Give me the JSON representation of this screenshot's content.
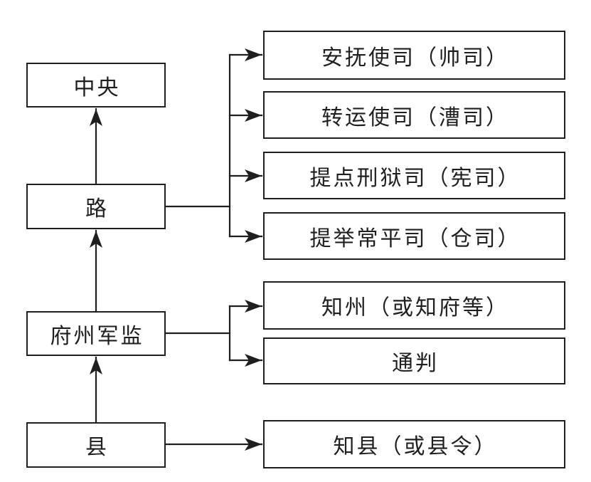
{
  "diagram": {
    "background_color": "#ffffff",
    "line_color": "#1f1f1f",
    "box_background": "#ffffff",
    "text_color": "#1f1f1f",
    "hierarchy": {
      "central": "中央",
      "circuit": "路",
      "prefecture": "府州军监",
      "county": "县"
    },
    "circuit_offices": [
      "安抚使司（帅司）",
      "转运使司（漕司）",
      "提点刑狱司（宪司）",
      "提举常平司（仓司）"
    ],
    "prefecture_offices": [
      "知州（或知府等）",
      "通判"
    ],
    "county_offices": [
      "知县（或县令）"
    ],
    "edges": [
      {
        "from": "县",
        "to": "府州军监",
        "direction": "up"
      },
      {
        "from": "府州军监",
        "to": "路",
        "direction": "up"
      },
      {
        "from": "路",
        "to": "中央",
        "direction": "up"
      },
      {
        "from": "路",
        "to": "安抚使司（帅司）",
        "direction": "right"
      },
      {
        "from": "路",
        "to": "转运使司（漕司）",
        "direction": "right"
      },
      {
        "from": "路",
        "to": "提点刑狱司（宪司）",
        "direction": "right"
      },
      {
        "from": "路",
        "to": "提举常平司（仓司）",
        "direction": "right"
      },
      {
        "from": "府州军监",
        "to": "知州（或知府等）",
        "direction": "right"
      },
      {
        "from": "府州军监",
        "to": "通判",
        "direction": "right"
      },
      {
        "from": "县",
        "to": "知县（或县令）",
        "direction": "right"
      }
    ]
  }
}
